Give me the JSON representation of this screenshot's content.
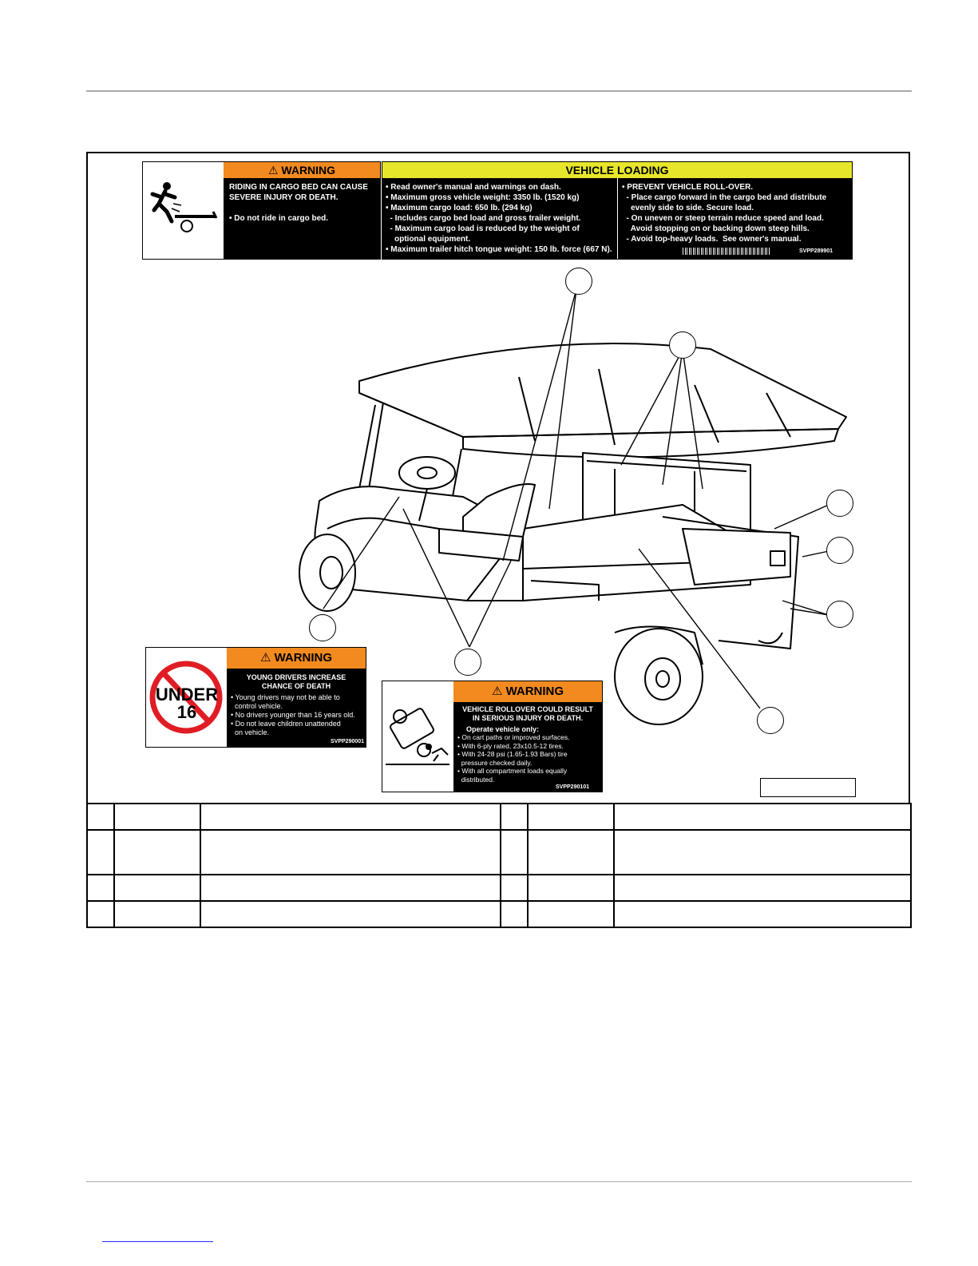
{
  "decal_cargo": {
    "warning_header": "WARNING",
    "lines": "RIDING IN CARGO BED CAN CAUSE\nSEVERE INJURY OR DEATH.\n\n• Do not ride in cargo bed.",
    "icon": "person-falling-from-cargo-bed-icon"
  },
  "decal_loading": {
    "header": "VEHICLE LOADING",
    "left_text": "• Read owner's manual and warnings on dash.\n• Maximum gross vehicle weight: 3350 lb. (1520 kg)\n• Maximum cargo load: 650 lb. (294 kg)\n  - Includes cargo bed load and gross trailer weight.\n  - Maximum cargo load is reduced by the weight of\n    optional equipment.\n• Maximum trailer hitch tongue weight: 150 lb. force (667 N).",
    "right_text": "• PREVENT VEHICLE ROLL-OVER.\n  - Place cargo forward in the cargo bed and distribute\n    evenly side to side. Secure load.\n  - On uneven or steep terrain reduce speed and load.\n    Avoid stopping on or backing down steep hills.\n  - Avoid top-heavy loads.  See owner's manual.",
    "code": "SVPP289901"
  },
  "decal_young": {
    "warning_header": "WARNING",
    "headline": "YOUNG DRIVERS INCREASE\nCHANCE OF DEATH",
    "bullets": "• Young drivers may not be able to\n  control vehicle.\n• No drivers younger than 16 years old.\n• Do not leave children unattended\n  on vehicle.",
    "code": "SVPP290001",
    "sign_word": "UNDER",
    "sign_number": "16"
  },
  "decal_rollover": {
    "warning_header": "WARNING",
    "headline": "VEHICLE ROLLOVER COULD RESULT\nIN SERIOUS INJURY OR DEATH.",
    "subhead": "Operate vehicle only:",
    "bullets": "• On cart paths or improved surfaces.\n• With 6-ply rated, 23x10.5-12 tires.\n• With 24-28 psi (1.65-1.93 Bars) tire\n  pressure checked daily.\n• With all compartment loads equally\n  distributed.",
    "code": "SVPP290101",
    "icon": "vehicle-rollover-icon"
  },
  "colors": {
    "warning_orange": "#f28a1f",
    "loading_yellow": "#e7e62a",
    "sign_red": "#e01d24"
  }
}
